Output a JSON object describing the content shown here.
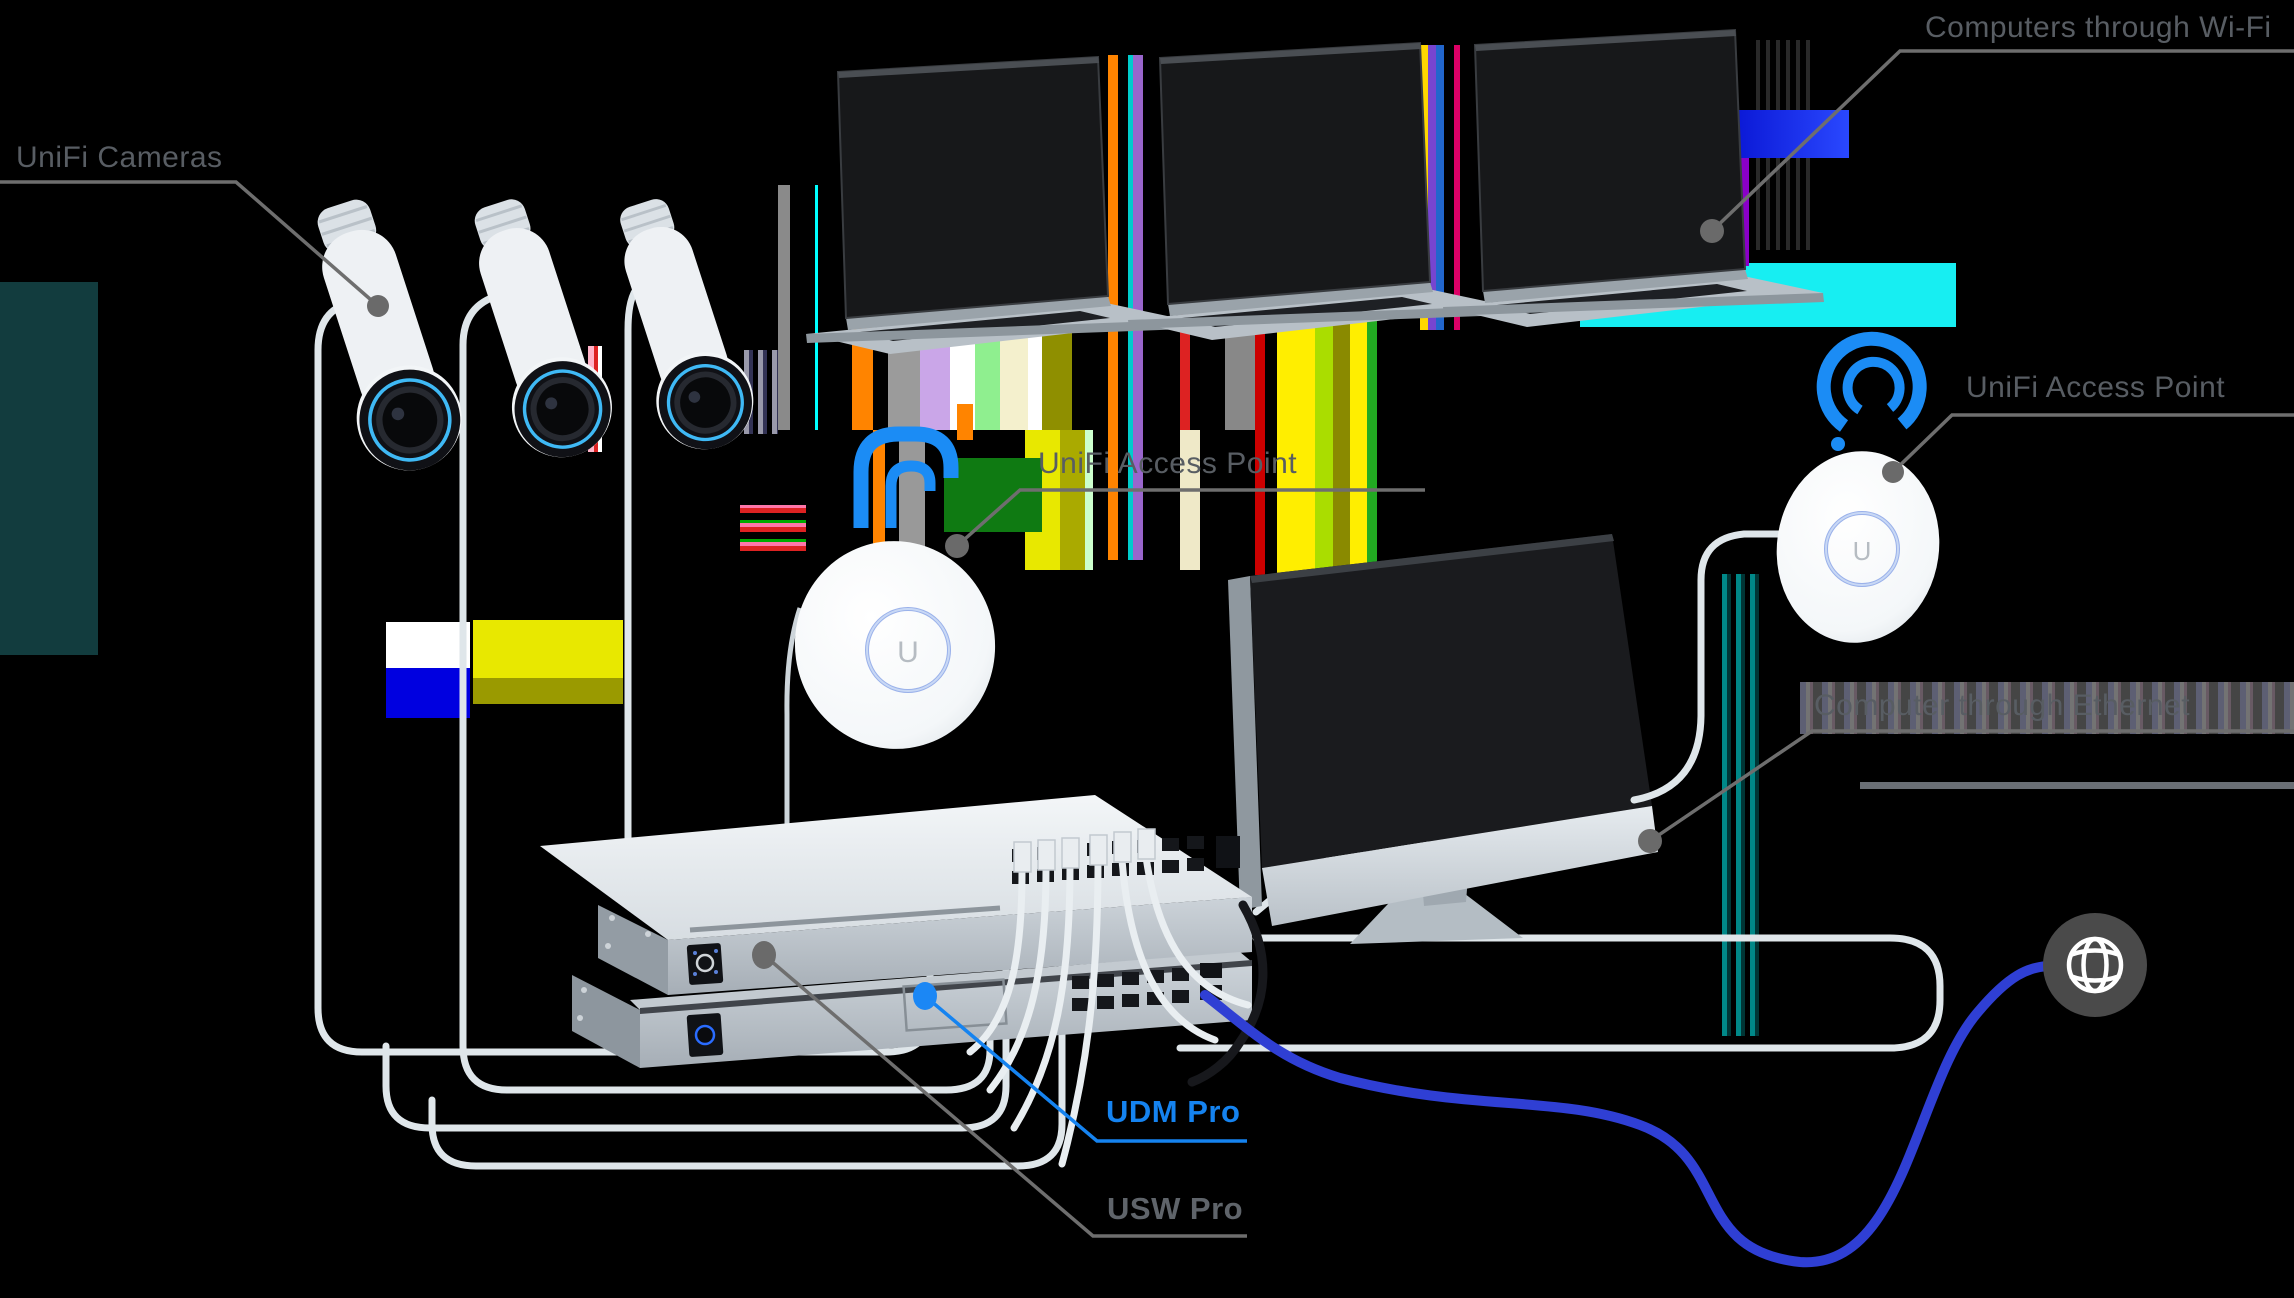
{
  "diagram": {
    "title_context": "UniFi network topology diagram",
    "labels": {
      "cameras": "UniFi Cameras",
      "computers_wifi": "Computers through Wi-Fi",
      "access_point_center": "UniFi Access Point",
      "access_point_right": "UniFi Access Point",
      "computer_ethernet": "Computer through Ethernet",
      "udm_pro": "UDM Pro",
      "usw_pro": "USW Pro"
    },
    "ap_logo": "U",
    "icons": {
      "wifi_signal": "blue nested-arc wifi glyph",
      "internet_globe": "white globe outline in dark circle"
    },
    "colors": {
      "accent_blue": "#1583f0",
      "label_gray": "#585d63",
      "leader_gray": "#6e6e6e",
      "camera_ring_blue": "#3fb9f5",
      "cable_white": "#dfe6ea",
      "cable_blue": "#2f3fd4",
      "globe_gray": "#4a4a4a",
      "background": "#000000"
    }
  }
}
